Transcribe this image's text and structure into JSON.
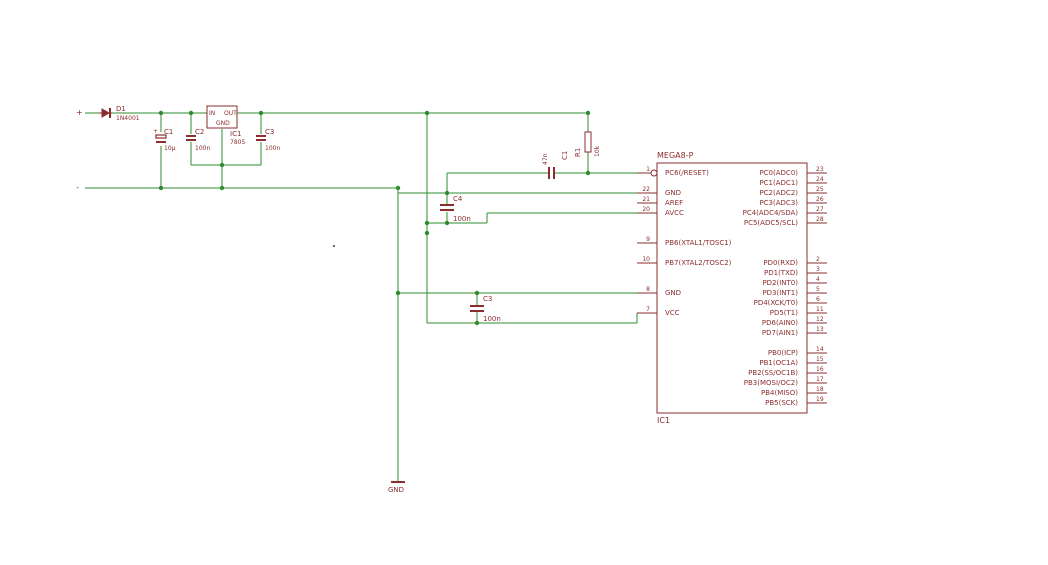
{
  "power": {
    "plus": "+",
    "minus": "-"
  },
  "d1": {
    "name": "D1",
    "value": "1N4001"
  },
  "ic1_reg": {
    "name": "IC1",
    "value": "7805",
    "pin_in": "IN",
    "pin_out": "OUT",
    "pin_gnd": "GND"
  },
  "c1_elko": {
    "name": "C1",
    "value": "10µ"
  },
  "c2": {
    "name": "C2",
    "value": "100n"
  },
  "c3_reg": {
    "name": "C3",
    "value": "100n"
  },
  "r1": {
    "name": "R1",
    "value": "10k"
  },
  "c1_reset": {
    "name": "C1",
    "value": "47n"
  },
  "c4": {
    "name": "C4",
    "value": "100n"
  },
  "c3": {
    "name": "C3",
    "value": "100n"
  },
  "gnd_symbol": {
    "label": "GND"
  },
  "mcu": {
    "name": "MEGA8-P",
    "ref": "IC1",
    "left_pins": [
      {
        "num": "1",
        "label": "PC6(/RESET)"
      },
      {
        "num": "22",
        "label": "GND"
      },
      {
        "num": "21",
        "label": "AREF"
      },
      {
        "num": "20",
        "label": "AVCC"
      },
      {
        "num": "9",
        "label": "PB6(XTAL1/TOSC1)"
      },
      {
        "num": "10",
        "label": "PB7(XTAL2/TOSC2)"
      },
      {
        "num": "8",
        "label": "GND"
      },
      {
        "num": "7",
        "label": "VCC"
      }
    ],
    "right_pins": [
      {
        "num": "23",
        "label": "PC0(ADC0)"
      },
      {
        "num": "24",
        "label": "PC1(ADC1)"
      },
      {
        "num": "25",
        "label": "PC2(ADC2)"
      },
      {
        "num": "26",
        "label": "PC3(ADC3)"
      },
      {
        "num": "27",
        "label": "PC4(ADC4/SDA)"
      },
      {
        "num": "28",
        "label": "PC5(ADC5/SCL)"
      },
      {
        "num": "2",
        "label": "PD0(RXD)"
      },
      {
        "num": "3",
        "label": "PD1(TXD)"
      },
      {
        "num": "4",
        "label": "PD2(INT0)"
      },
      {
        "num": "5",
        "label": "PD3(INT1)"
      },
      {
        "num": "6",
        "label": "PD4(XCK/T0)"
      },
      {
        "num": "11",
        "label": "PD5(T1)"
      },
      {
        "num": "12",
        "label": "PD6(AIN0)"
      },
      {
        "num": "13",
        "label": "PD7(AIN1)"
      },
      {
        "num": "14",
        "label": "PB0(ICP)"
      },
      {
        "num": "15",
        "label": "PB1(OC1A)"
      },
      {
        "num": "16",
        "label": "PB2(SS/OC1B)"
      },
      {
        "num": "17",
        "label": "PB3(MOSI/OC2)"
      },
      {
        "num": "18",
        "label": "PB4(MISO)"
      },
      {
        "num": "19",
        "label": "PB5(SCK)"
      }
    ]
  },
  "colors": {
    "wire": "#2e8b2e",
    "part": "#8b2d2d",
    "background": "#ffffff"
  }
}
